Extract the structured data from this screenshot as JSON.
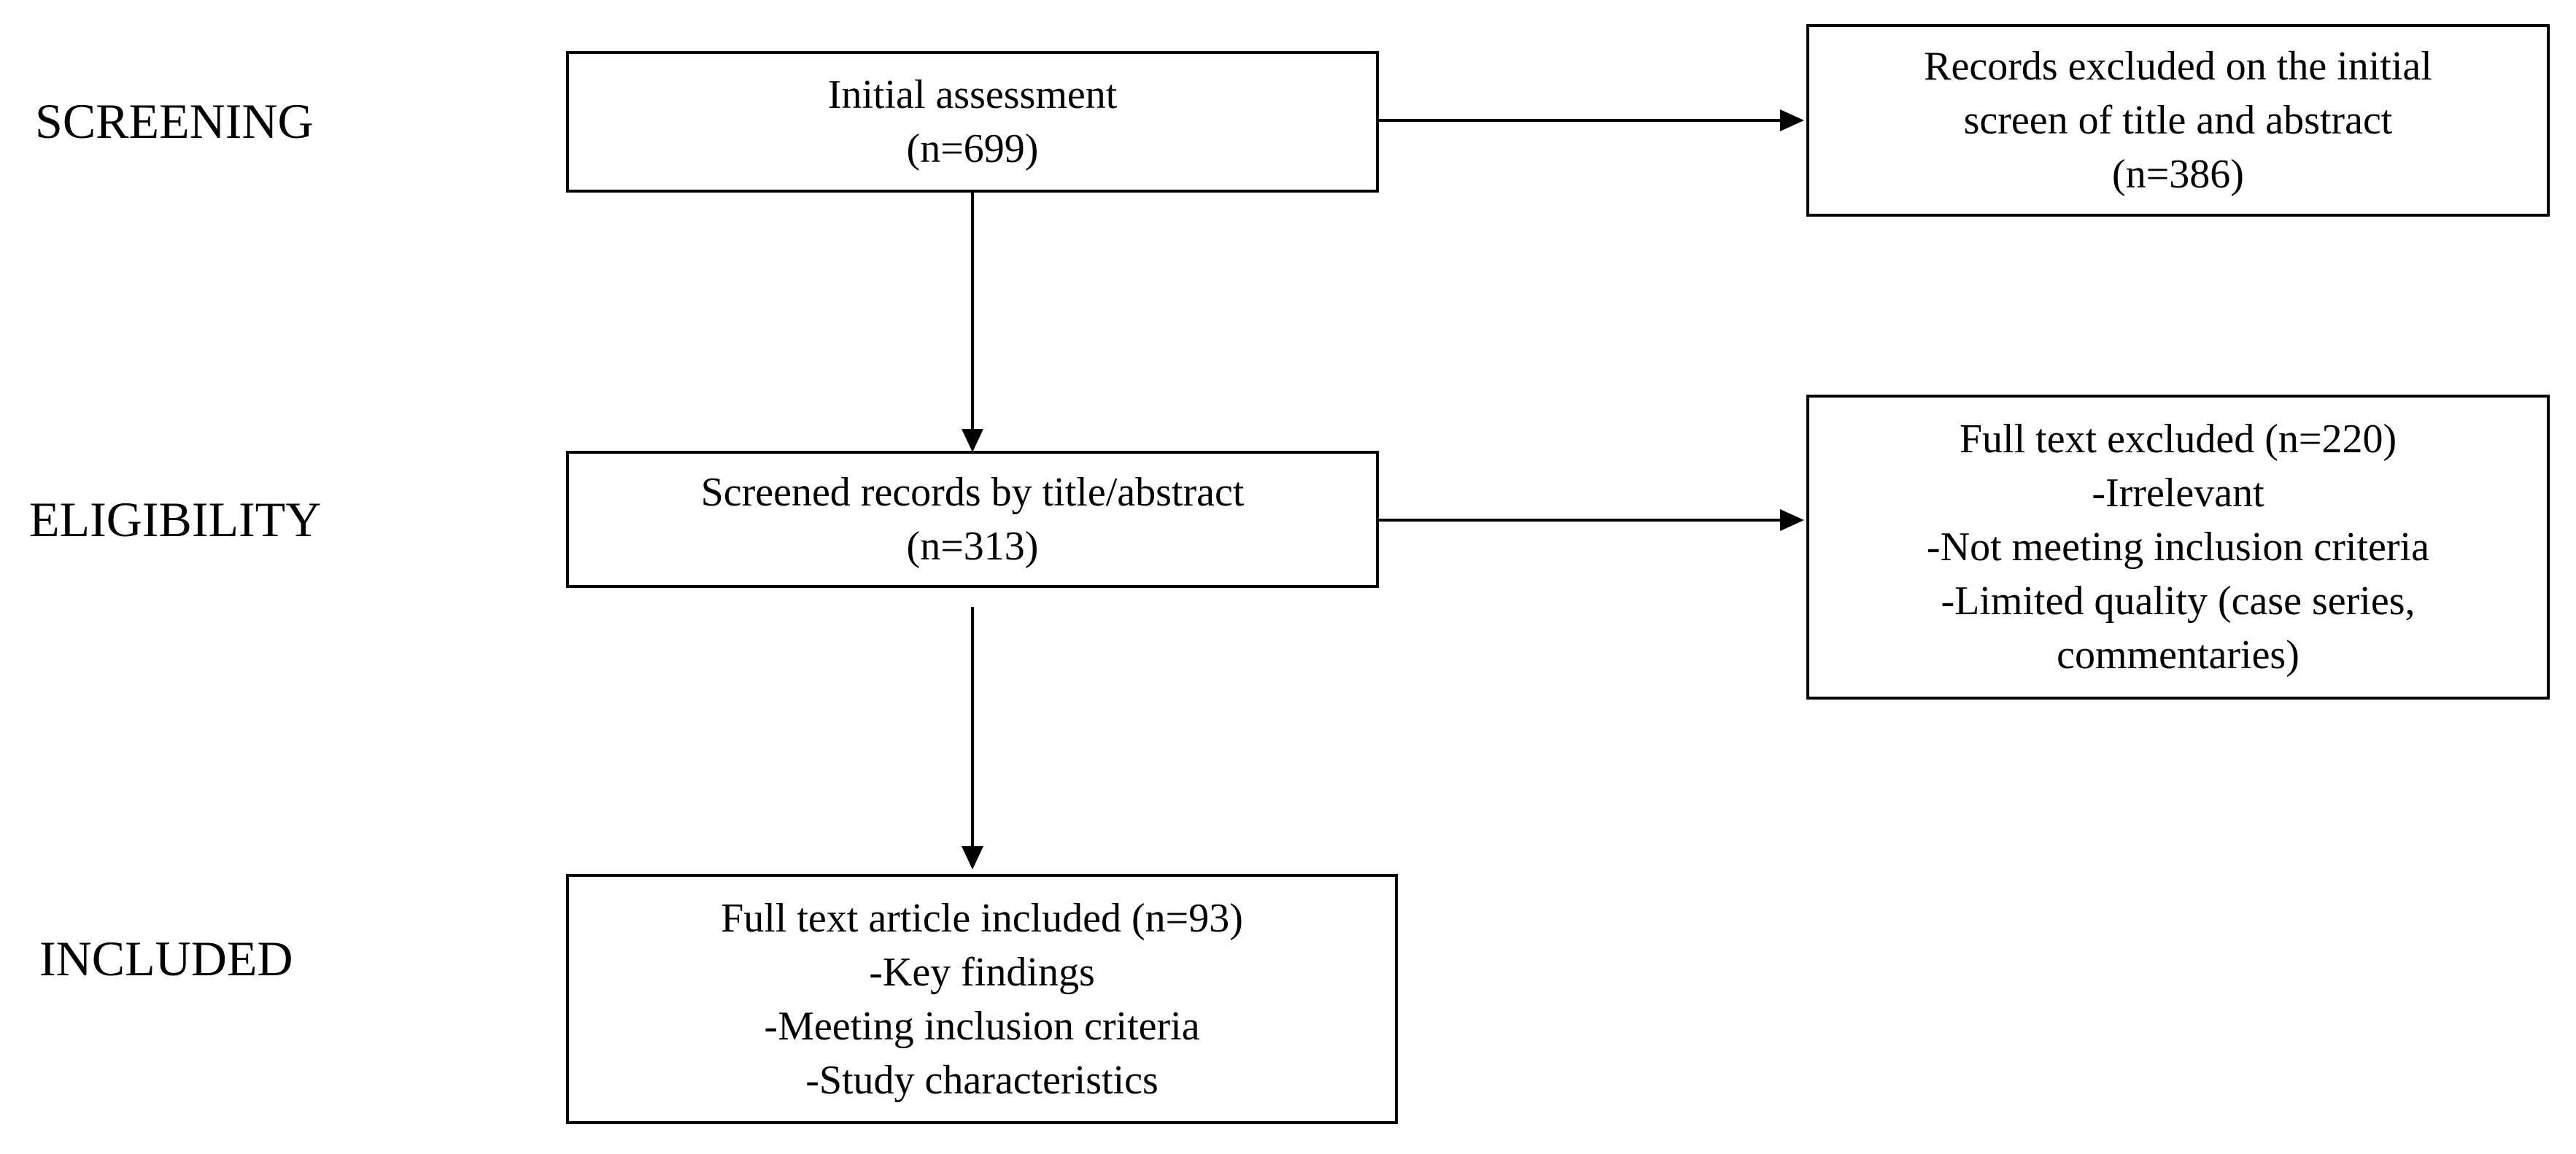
{
  "stages": {
    "screening": "SCREENING",
    "eligibility": "ELIGIBILITY",
    "included": "INCLUDED"
  },
  "boxes": {
    "initial_assessment": [
      "Initial assessment",
      "(n=699)"
    ],
    "excluded_screen": [
      "Records excluded on the initial",
      "screen of title and abstract",
      "(n=386)"
    ],
    "screened_records": [
      "Screened records by title/abstract",
      "(n=313)"
    ],
    "full_text_excluded": [
      "Full text excluded (n=220)",
      "-Irrelevant",
      "-Not meeting inclusion criteria",
      "-Limited quality (case series,",
      "commentaries)"
    ],
    "full_text_included": [
      "Full text article included (n=93)",
      "-Key findings",
      "-Meeting inclusion criteria",
      "-Study characteristics"
    ]
  }
}
